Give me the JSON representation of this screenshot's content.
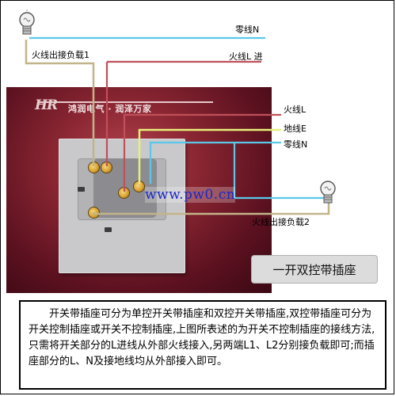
{
  "diagram": {
    "labels": {
      "neutral_top": "零线N",
      "live_in": "火线L 进",
      "load1": "火线出接负载1",
      "live_L": "火线L",
      "earth_E": "地线E",
      "neutral_N": "零线N",
      "load2": "火线出接负载2"
    },
    "brand": {
      "logo": "HR",
      "text": "鸿润电气 · 润泽万家"
    },
    "watermark": "www.pw0.cn",
    "title": "一开双控带插座",
    "description": "开关带插座可分为单控开关带插座和双控开关带插座,双控带插座可分为开关控制插座或开关不控制插座,上图所表述的为开关不控制插座的接线方法,只需将开关部分的L进线从外部火线接入,另两端L1、L2分别接负载即可;而插座部分的L、N及接地线均从外部接入即可。",
    "colors": {
      "neutral": "#5bc8ea",
      "live": "#c0505a",
      "earth": "#e8ef7a",
      "load": "#c2b48a",
      "panel": "#8a2632",
      "watermark": "#1a27c9"
    },
    "icons": [
      "light-bulb-icon",
      "light-bulb-icon"
    ]
  }
}
